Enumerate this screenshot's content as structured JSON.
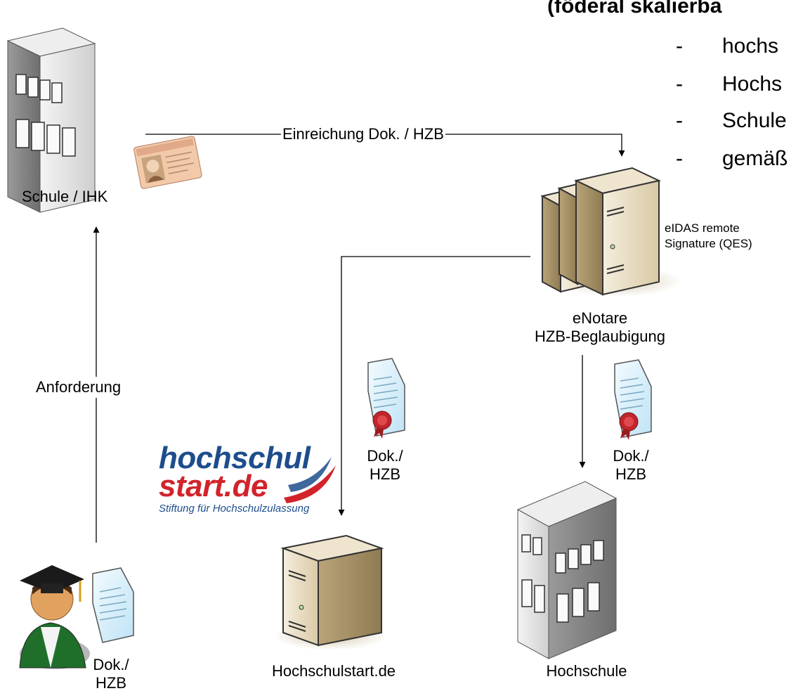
{
  "heading": "(föderal skalierba",
  "bullets": [
    "hochs",
    "Hochs",
    "Schule",
    "gemäß"
  ],
  "bullet_dash": "-",
  "nodes": {
    "school": {
      "label": "Schule / IHK"
    },
    "enotare": {
      "line1": "eNotare",
      "line2": "HZB-Beglaubigung"
    },
    "signature": {
      "line1": "eIDAS remote",
      "line2": "Signature (QES)"
    },
    "hochschulstart_server": {
      "label": "Hochschulstart.de"
    },
    "university": {
      "label": "Hochschule"
    },
    "student_doc": {
      "line1": "Dok./",
      "line2": "HZB"
    }
  },
  "edges": {
    "submission": "Einreichung Dok. / HZB",
    "request": "Anforderung"
  },
  "doc_labels": {
    "to_hochschulstart": {
      "line1": "Dok./",
      "line2": "HZB"
    },
    "to_university": {
      "line1": "Dok./",
      "line2": "HZB"
    }
  },
  "logo": {
    "line1": "hochschul",
    "line2": "start.de",
    "line3": "Stiftung für Hochschulzulassung"
  },
  "colors": {
    "logo_blue": "#1d4d8c",
    "logo_red": "#d2232a",
    "seal_red": "#c0262c",
    "server_beige": "#e8dcc4",
    "building_gray": "#d8d8d8"
  }
}
